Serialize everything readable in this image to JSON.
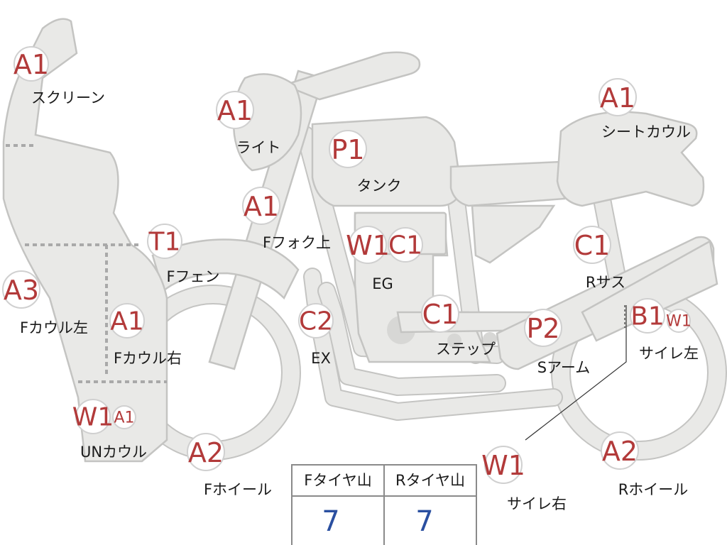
{
  "parts": [
    {
      "key": "screen",
      "code": "A1",
      "label": "スクリーン"
    },
    {
      "key": "light",
      "code": "A1",
      "label": "ライト"
    },
    {
      "key": "fork-upper",
      "code": "A1",
      "label": "Fフォク上"
    },
    {
      "key": "tank",
      "code": "P1",
      "label": "タンク"
    },
    {
      "key": "seat-cowl",
      "code": "A1",
      "label": "シートカウル"
    },
    {
      "key": "front-fender",
      "code": "T1",
      "label": "Fフェン"
    },
    {
      "key": "engine",
      "code": "W1",
      "label": "EG"
    },
    {
      "key": "engine-c",
      "code": "C1",
      "label": ""
    },
    {
      "key": "rear-sus",
      "code": "C1",
      "label": "Rサス"
    },
    {
      "key": "cowl-left",
      "code": "A3",
      "label": "Fカウル左"
    },
    {
      "key": "cowl-right",
      "code": "A1",
      "label": "Fカウル右"
    },
    {
      "key": "exhaust",
      "code": "C2",
      "label": "EX"
    },
    {
      "key": "step",
      "code": "C1",
      "label": "ステップ"
    },
    {
      "key": "swingarm",
      "code": "P2",
      "label": "Sアーム"
    },
    {
      "key": "muffler-left",
      "code": "B1",
      "label": "サイレ左"
    },
    {
      "key": "muffler-left-w",
      "code": "W1",
      "label": ""
    },
    {
      "key": "under-cowl",
      "code": "W1",
      "label": "UNカウル"
    },
    {
      "key": "under-cowl-a",
      "code": "A1",
      "label": ""
    },
    {
      "key": "front-wheel",
      "code": "A2",
      "label": "Fホイール"
    },
    {
      "key": "muffler-right",
      "code": "W1",
      "label": "サイレ右"
    },
    {
      "key": "rear-wheel",
      "code": "A2",
      "label": "Rホイール"
    }
  ],
  "tires": {
    "front": {
      "label": "Fタイヤ山",
      "value": "7"
    },
    "rear": {
      "label": "Rタイヤ山",
      "value": "7"
    }
  },
  "colors": {
    "grade_code": "#b23a3a",
    "tire_value": "#2a4fa0",
    "bike_fill": "#e9e9e7",
    "bike_outline": "#c4c4c2"
  }
}
